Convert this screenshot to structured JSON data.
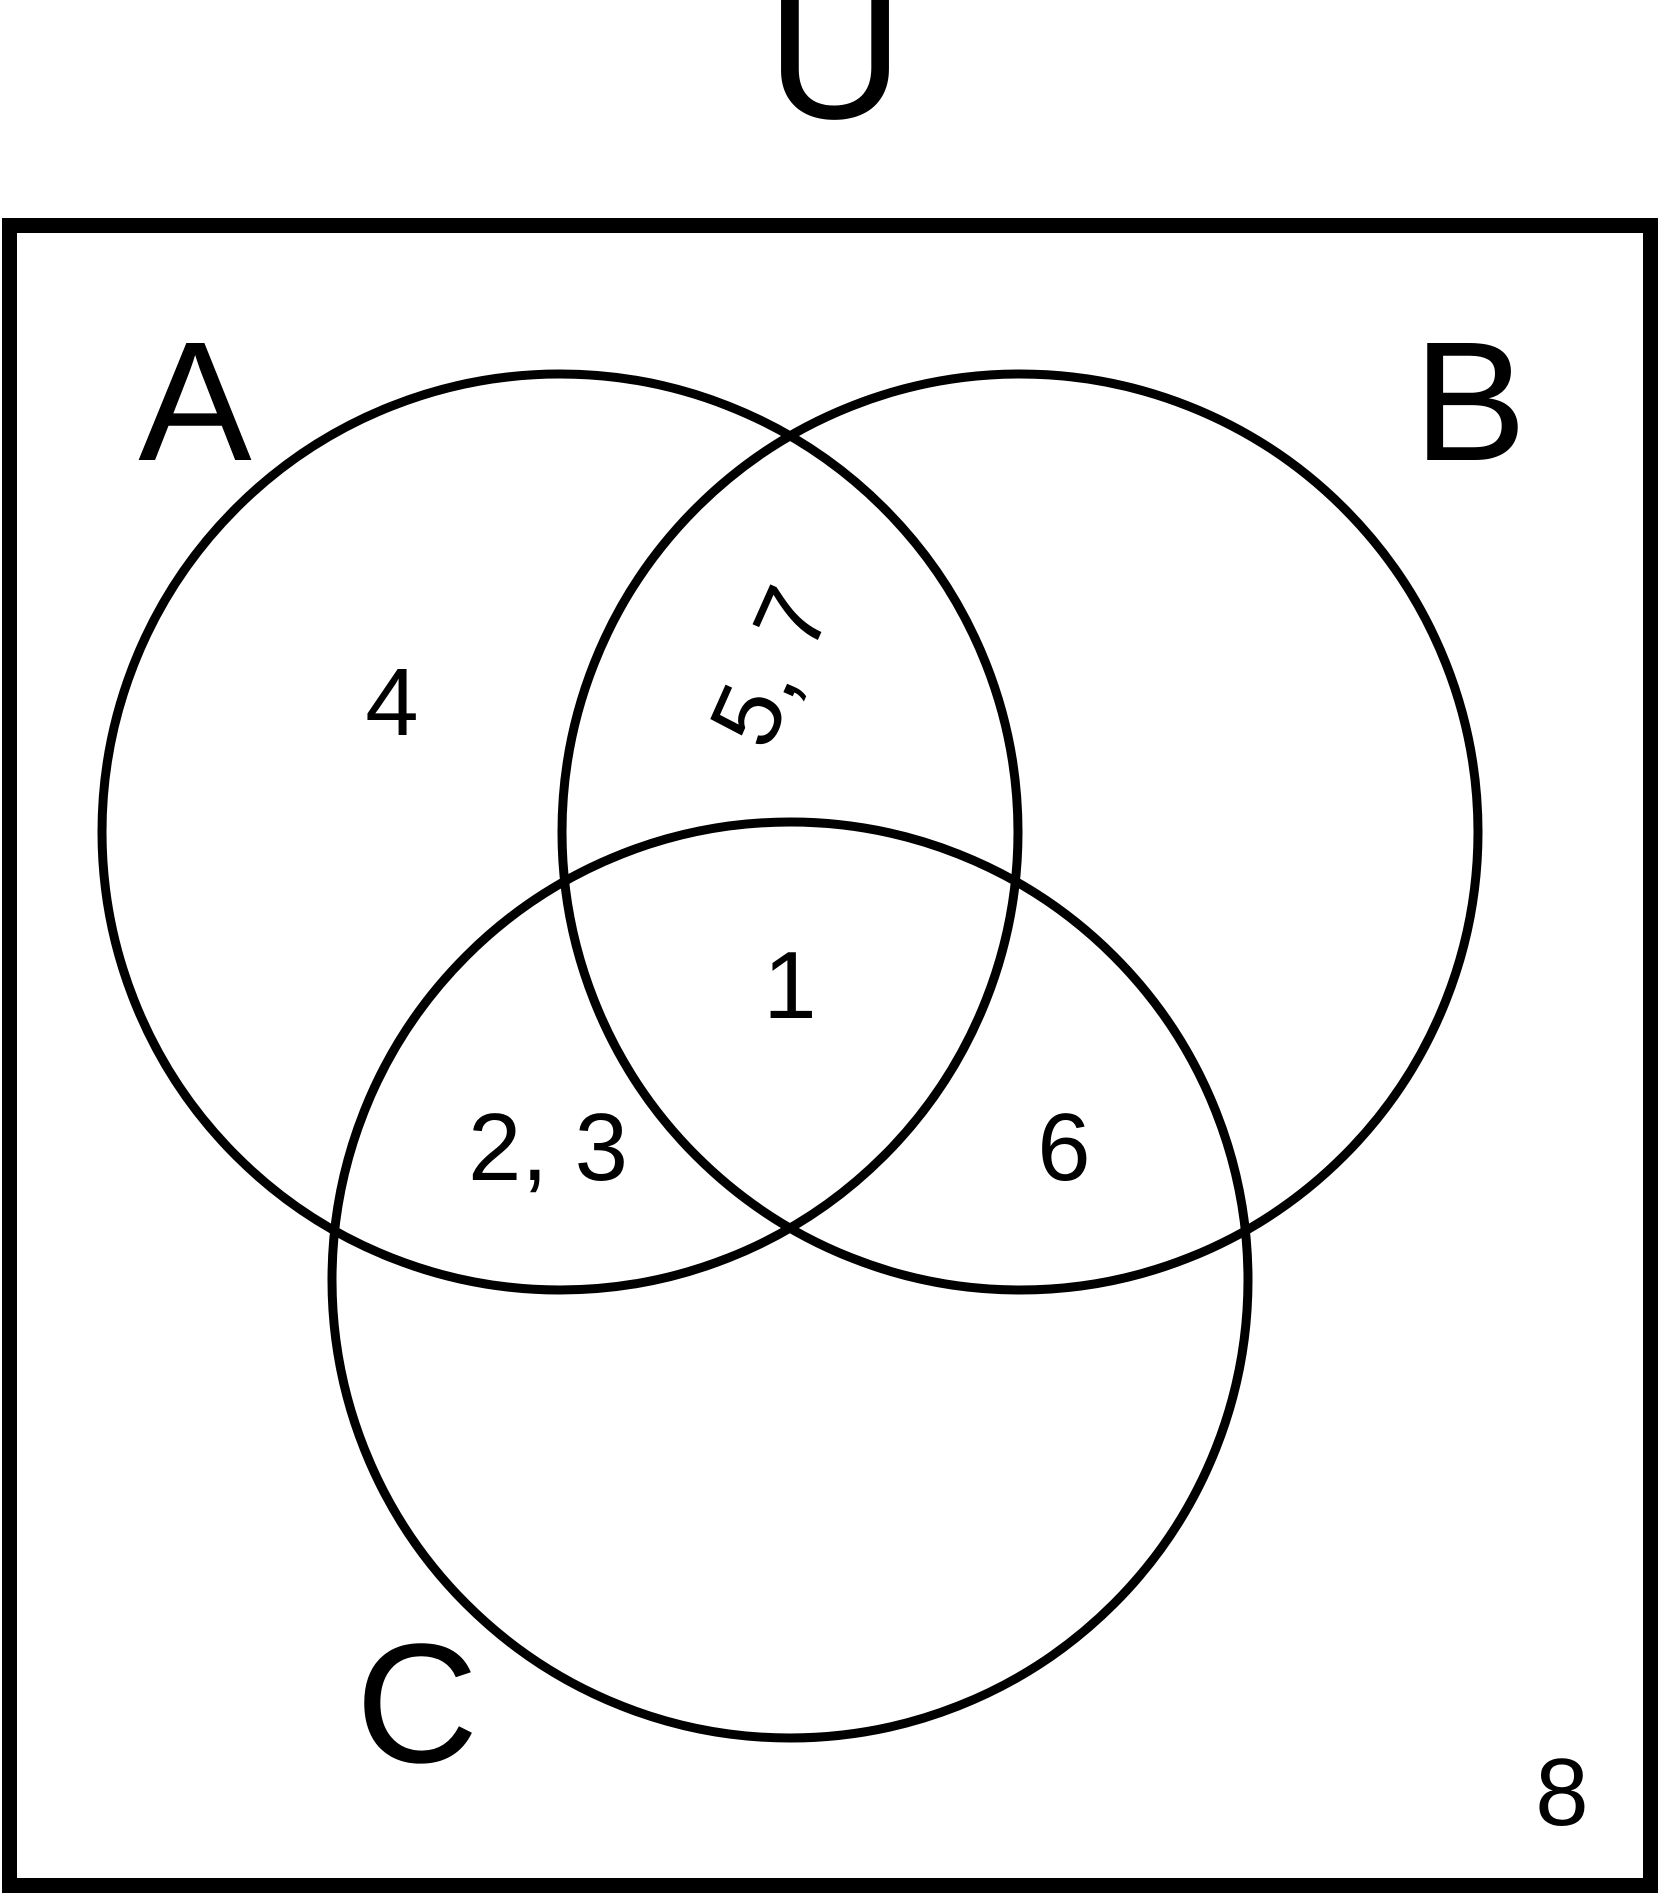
{
  "diagram": {
    "type": "venn-diagram-3-set",
    "title_label": "U",
    "background_color": "#ffffff",
    "stroke_color": "#000000",
    "universe": {
      "label": "U",
      "outside_elements": "8"
    },
    "sets": [
      {
        "id": "A",
        "label": "A"
      },
      {
        "id": "B",
        "label": "B"
      },
      {
        "id": "C",
        "label": "C"
      }
    ],
    "regions": [
      {
        "id": "A-only",
        "label": "4",
        "description": "in A only"
      },
      {
        "id": "AB-only",
        "label": "5, 7",
        "description": "in A and B but not C",
        "rotated": true
      },
      {
        "id": "ABC",
        "label": "1",
        "description": "in A and B and C"
      },
      {
        "id": "AC-only",
        "label": "2, 3",
        "description": "in A and C but not B"
      },
      {
        "id": "BC-only",
        "label": "6",
        "description": "in B and C but not A"
      },
      {
        "id": "B-only",
        "label": "",
        "description": "in B only"
      },
      {
        "id": "C-only",
        "label": "",
        "description": "in C only"
      },
      {
        "id": "outside-all",
        "label": "8",
        "description": "outside A, B and C"
      }
    ]
  }
}
